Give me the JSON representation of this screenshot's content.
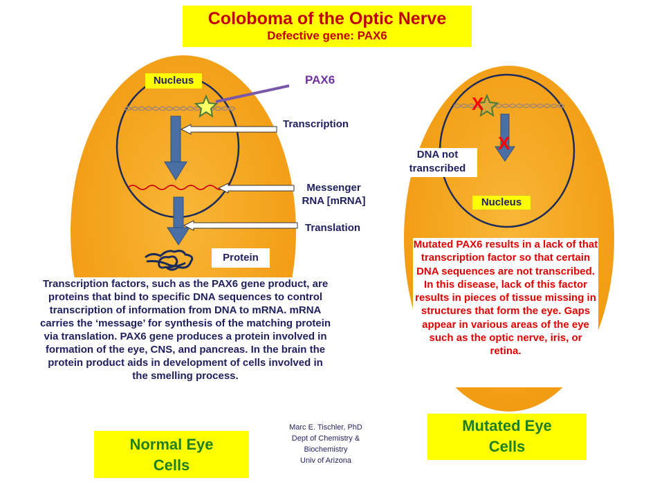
{
  "header": {
    "title": "Coloboma of the Optic Nerve",
    "subtitle": "Defective gene: PAX6"
  },
  "normal": {
    "nucleus_label": "Nucleus",
    "pax6_label": "PAX6",
    "transcription_label": "Transcription",
    "mrna_label_line1": "Messenger",
    "mrna_label_line2": "RNA [mRNA]",
    "translation_label": "Translation",
    "protein_label": "Protein",
    "description": "Transcription factors, such as the PAX6 gene product, are proteins that bind to specific DNA sequences to control transcription of information from DNA to mRNA. mRNA carries the ‘message’ for synthesis of the matching protein via translation. PAX6 gene produces a protein involved in formation of the eye, CNS, and pancreas. In the brain the protein product aids in development of cells involved in the smelling process.",
    "cells_label_line1": "Normal Eye",
    "cells_label_line2": "Cells"
  },
  "mutated": {
    "dna_not_line1": "DNA not",
    "dna_not_line2": "transcribed",
    "x_mark": "X",
    "nucleus_label": "Nucleus",
    "description": "Mutated PAX6 results in a lack of that transcription factor so that certain DNA sequences are not transcribed. In this disease, lack of this factor results in pieces of tissue missing in structures that form the eye. Gaps appear in various areas of the eye such as the optic nerve, iris, or retina.",
    "cells_label_line1": "Mutated Eye",
    "cells_label_line2": "Cells"
  },
  "credit": {
    "line1": "Marc E. Tischler, PhD",
    "line2": "Dept of Chemistry &",
    "line3": "Biochemistry",
    "line4": "Univ of Arizona"
  },
  "colors": {
    "cell_orange": "#f5a623",
    "label_yellow": "#ffff00",
    "title_red": "#c00000",
    "pax6_purple": "#7030a0",
    "arrow_blue": "#4a6fa5",
    "mrna_red": "#cc0000",
    "text_dark": "#1f1f5f"
  }
}
